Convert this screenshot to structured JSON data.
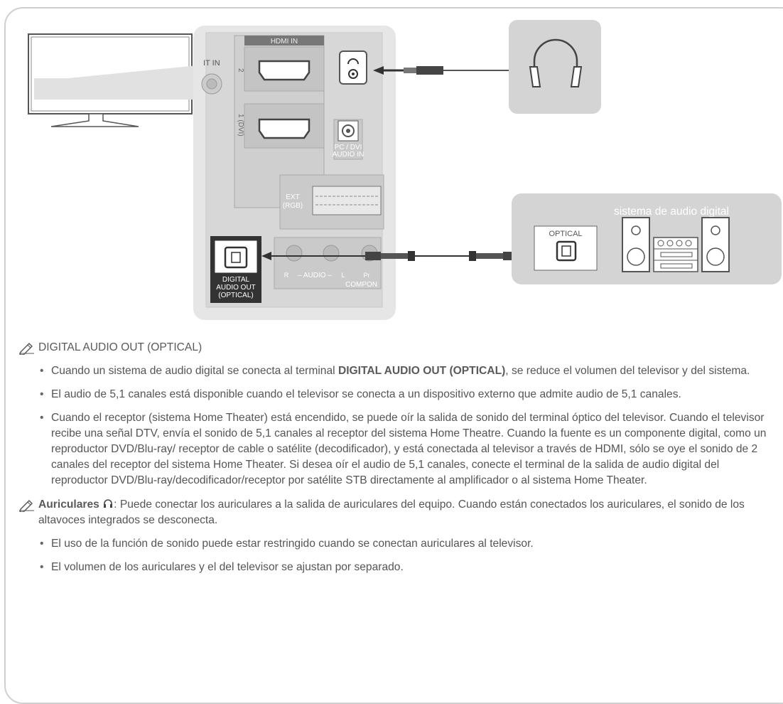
{
  "diagram": {
    "port_labels": {
      "hdmi_in": "HDMI IN",
      "hdmi_2": "2",
      "hdmi_1": "1 (DVI)",
      "ant_in": "IT IN",
      "pc_dvi_audio_in_1": "PC / DVI",
      "pc_dvi_audio_in_2": "AUDIO IN",
      "ext_rgb_1": "EXT",
      "ext_rgb_2": "(RGB)",
      "digital_out_1": "DIGITAL",
      "digital_out_2": "AUDIO OUT",
      "digital_out_3": "(OPTICAL)",
      "audio_r": "R",
      "audio_mid": "– AUDIO –",
      "audio_l": "L",
      "pr": "Pr",
      "component": "COMPON"
    },
    "audio_system_title": "sistema de audio digital",
    "optical_label": "OPTICAL"
  },
  "section1": {
    "title": "DIGITAL AUDIO OUT (OPTICAL)",
    "bullets": [
      {
        "pre": "Cuando un sistema de audio digital se conecta al terminal ",
        "term": "DIGITAL AUDIO OUT (OPTICAL)",
        "post": ", se reduce el volumen del televisor y del sistema."
      },
      {
        "pre": "El audio de 5,1 canales está disponible cuando el televisor se conecta a un dispositivo externo que admite audio de 5,1 canales.",
        "term": "",
        "post": ""
      },
      {
        "pre": "Cuando el receptor (sistema Home Theater) está encendido, se puede oír la salida de sonido del terminal óptico del televisor. Cuando el televisor recibe una señal DTV, envía el sonido de 5,1 canales al receptor del sistema Home Theatre. Cuando la fuente es un componente digital, como un reproductor DVD/Blu-ray/ receptor de cable o satélite (decodificador), y está conectada al televisor a través de HDMI, sólo se oye el sonido de 2 canales del receptor del sistema Home Theater. Si desea oír el audio de 5,1 canales, conecte el terminal de la salida de audio digital del reproductor DVD/Blu-ray/decodificador/receptor por satélite STB directamente al amplificador o al sistema Home Theater.",
        "term": "",
        "post": ""
      }
    ]
  },
  "section2": {
    "title": "Auriculares",
    "text": ": Puede conectar los auriculares a la salida de auriculares del equipo. Cuando están conectados los auriculares, el sonido de los altavoces integrados se desconecta.",
    "bullets": [
      "El uso de la función de sonido puede estar restringido cuando se conectan auriculares al televisor.",
      "El volumen de los auriculares y el del televisor se ajustan por separado."
    ]
  }
}
